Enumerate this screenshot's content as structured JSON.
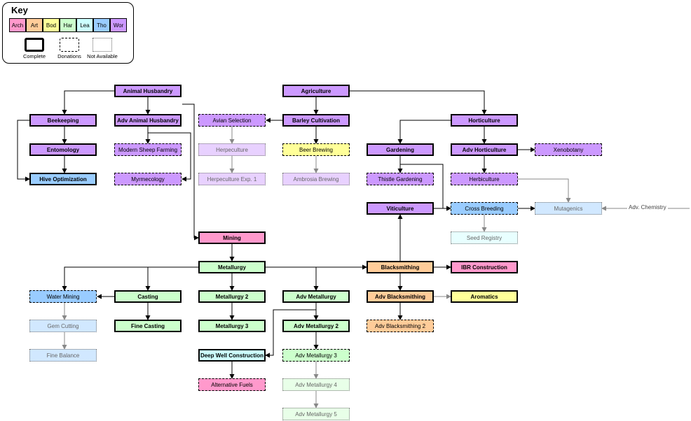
{
  "legend": {
    "title": "Key",
    "categories": [
      "Arch",
      "Art",
      "Bod",
      "Har",
      "Lea",
      "Tho",
      "Wor"
    ],
    "category_colors": [
      "#ff99cc",
      "#ffcc99",
      "#ffff99",
      "#ccffcc",
      "#ccffff",
      "#99ccff",
      "#cc99ff"
    ],
    "styles": [
      "Complete",
      "Donations",
      "Not Available"
    ]
  },
  "external_label": "Adv. Chemistry",
  "nodes": [
    {
      "label": "Animal Husbandry",
      "cat": "Wor",
      "status": "complete"
    },
    {
      "label": "Beekeeping",
      "cat": "Wor",
      "status": "complete"
    },
    {
      "label": "Entomology",
      "cat": "Wor",
      "status": "complete"
    },
    {
      "label": "Hive Optimization",
      "cat": "Tho",
      "status": "complete"
    },
    {
      "label": "Adv Animal Husbandry",
      "cat": "Wor",
      "status": "complete"
    },
    {
      "label": "Modern Sheep Farming",
      "cat": "Wor",
      "status": "donations"
    },
    {
      "label": "Myrmecology",
      "cat": "Wor",
      "status": "donations"
    },
    {
      "label": "Agriculture",
      "cat": "Wor",
      "status": "complete"
    },
    {
      "label": "Avian Selection",
      "cat": "Wor",
      "status": "donations"
    },
    {
      "label": "Herpeculture",
      "cat": "Wor",
      "status": "na"
    },
    {
      "label": "Herpeculture Exp. 1",
      "cat": "Wor",
      "status": "na"
    },
    {
      "label": "Barley Cultivation",
      "cat": "Wor",
      "status": "complete"
    },
    {
      "label": "Beer Brewing",
      "cat": "Bod",
      "status": "donations"
    },
    {
      "label": "Ambrosia Brewing",
      "cat": "Wor",
      "status": "na"
    },
    {
      "label": "Horticulture",
      "cat": "Wor",
      "status": "complete"
    },
    {
      "label": "Gardening",
      "cat": "Wor",
      "status": "complete"
    },
    {
      "label": "Thistle Gardening",
      "cat": "Wor",
      "status": "donations"
    },
    {
      "label": "Adv Horticulture",
      "cat": "Wor",
      "status": "complete"
    },
    {
      "label": "Xenobotany",
      "cat": "Wor",
      "status": "donations"
    },
    {
      "label": "Herbiculture",
      "cat": "Wor",
      "status": "donations"
    },
    {
      "label": "Viticulture",
      "cat": "Wor",
      "status": "complete"
    },
    {
      "label": "Cross Breeding",
      "cat": "Tho",
      "status": "donations"
    },
    {
      "label": "Mutagenics",
      "cat": "Tho",
      "status": "na"
    },
    {
      "label": "Seed Registry",
      "cat": "Lea",
      "status": "na"
    },
    {
      "label": "Mining",
      "cat": "Arch",
      "status": "complete"
    },
    {
      "label": "Metallurgy",
      "cat": "Har",
      "status": "complete"
    },
    {
      "label": "Water Mining",
      "cat": "Tho",
      "status": "donations"
    },
    {
      "label": "Gem Cutting",
      "cat": "Tho",
      "status": "na"
    },
    {
      "label": "Fine Balance",
      "cat": "Tho",
      "status": "na"
    },
    {
      "label": "Casting",
      "cat": "Har",
      "status": "complete"
    },
    {
      "label": "Fine Casting",
      "cat": "Har",
      "status": "complete"
    },
    {
      "label": "Metallurgy 2",
      "cat": "Har",
      "status": "complete"
    },
    {
      "label": "Metallurgy 3",
      "cat": "Har",
      "status": "complete"
    },
    {
      "label": "Adv Metallurgy",
      "cat": "Har",
      "status": "complete"
    },
    {
      "label": "Adv Metallurgy 2",
      "cat": "Har",
      "status": "complete"
    },
    {
      "label": "Adv Metallurgy 3",
      "cat": "Har",
      "status": "donations"
    },
    {
      "label": "Adv Metallurgy 4",
      "cat": "Har",
      "status": "na"
    },
    {
      "label": "Adv Metallurgy 5",
      "cat": "Har",
      "status": "na"
    },
    {
      "label": "Deep Well Construction",
      "cat": "Lea",
      "status": "complete"
    },
    {
      "label": "Alternative Fuels",
      "cat": "Arch",
      "status": "donations"
    },
    {
      "label": "Blacksmithing",
      "cat": "Art",
      "status": "complete"
    },
    {
      "label": "IBR Construction",
      "cat": "Arch",
      "status": "complete"
    },
    {
      "label": "Adv Blacksmithing",
      "cat": "Art",
      "status": "complete"
    },
    {
      "label": "Aromatics",
      "cat": "Bod",
      "status": "complete"
    },
    {
      "label": "Adv Blacksmithing 2",
      "cat": "Art",
      "status": "donations"
    }
  ]
}
